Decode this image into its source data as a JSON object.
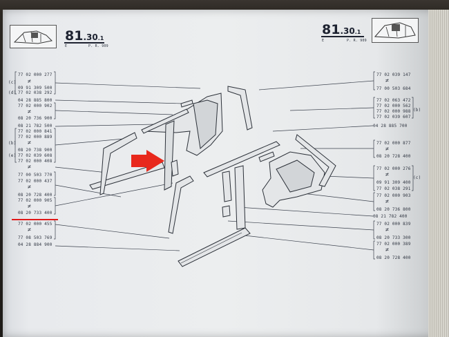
{
  "header": {
    "left": {
      "number": "81",
      "section": ".30",
      "sub": ".1",
      "e": "E",
      "pr": "P. R. 909"
    },
    "right": {
      "number": "81",
      "section": ".30",
      "sub": ".1",
      "e": "E",
      "pr": "P. R. 909"
    }
  },
  "left_labels": [
    "77 02 000 277",
    "09 91 309 500",
    "77 02 038 292",
    "04 28 885 800",
    "77 02 000 902",
    "08 20 736 900",
    "08 21 782 500",
    "77 02 000 841",
    "77 02 000 889",
    "08 20 738 900",
    "77 02 039 608",
    "77 02 000 408",
    "77 00 503 770",
    "77 02 000 437",
    "08 20 728 400",
    "77 02 000 905",
    "08 20 733 400",
    "77 02 000 455",
    "77 08 503 769",
    "04 28 884 900"
  ],
  "left_tags": [
    "(c)",
    "(d)",
    "(b)",
    "(e)"
  ],
  "right_labels": [
    "77 02 039 147",
    "77 00 503 684",
    "77 02 063 472",
    "77 02 000 562",
    "77 02 000 988",
    "77 02 039 607",
    "04 28 885 700",
    "77 02 000 877",
    "08 20 728 400",
    "77 02 000 276",
    "09 91 309 400",
    "77 02 038 291",
    "77 02 000 903",
    "08 20 736 800",
    "08 21 782 400",
    "77 02 000 839",
    "08 20 733 300",
    "77 02 000 389",
    "08 20 728 400"
  ],
  "right_tags": [
    "(b)",
    "(c)"
  ],
  "colors": {
    "arrow": "#e8281c",
    "underline": "#e01818",
    "ink": "#2e3440"
  }
}
